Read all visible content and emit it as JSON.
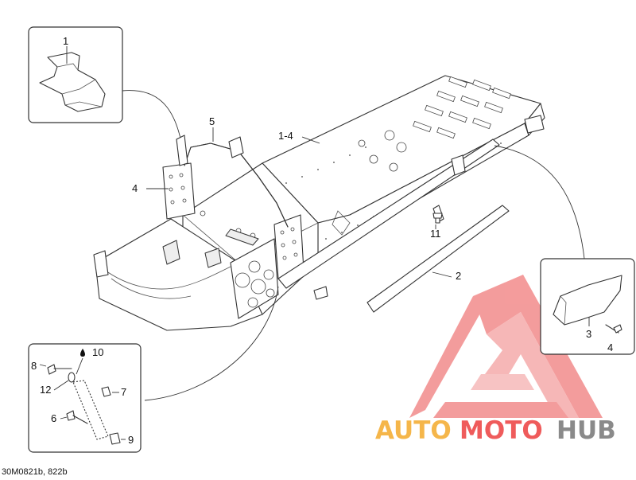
{
  "callouts": {
    "c1": "1",
    "c1_4": "1-4",
    "c2": "2",
    "c3": "3",
    "c4_top": "4",
    "c4_inset": "4",
    "c5": "5",
    "c6": "6",
    "c7": "7",
    "c8": "8",
    "c9": "9",
    "c10": "10",
    "c11": "11",
    "c12": "12"
  },
  "reference": "30M0821b, 822b",
  "watermark": {
    "auto": "AUTO",
    "moto": "MOTO",
    "hub": "HUB",
    "colors": {
      "auto": "#f5b64a",
      "moto": "#ef5b5b",
      "hub": "#8a8a8a",
      "triangle": "#f07b7b"
    }
  }
}
